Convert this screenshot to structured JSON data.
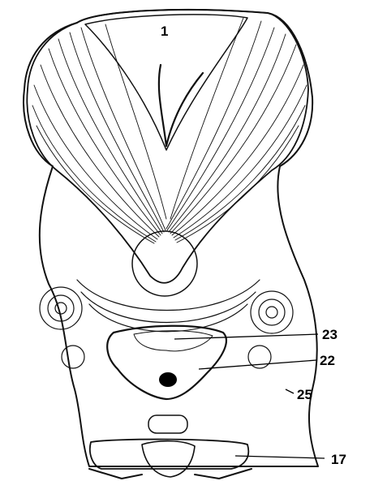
{
  "figure": {
    "labels": {
      "top": "1",
      "l23": "23",
      "l22": "22",
      "l25": "25",
      "l17": "17"
    }
  }
}
